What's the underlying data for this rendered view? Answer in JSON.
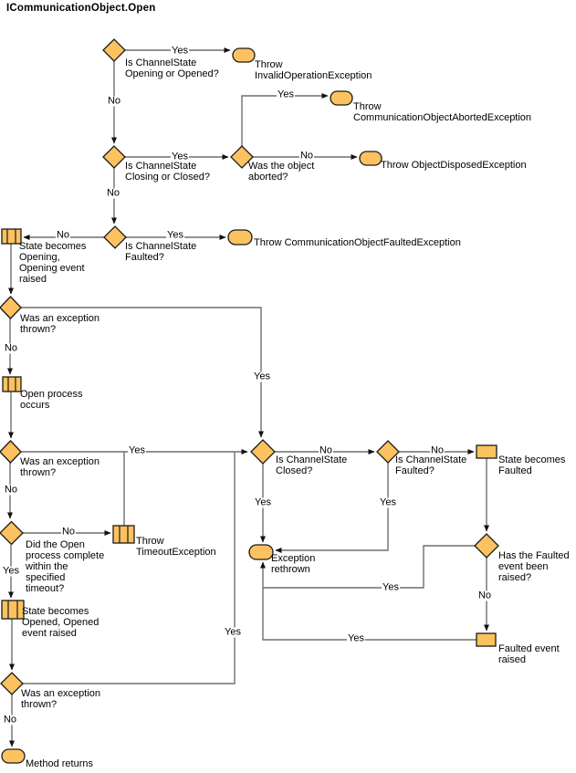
{
  "title": "ICommunicationObject.Open",
  "labels": {
    "yes": "Yes",
    "no": "No"
  },
  "colors": {
    "background": "#FFFFFF",
    "shape_fill": "#FCC25F",
    "shape_border": "#1A1A1A",
    "line": "#6E6E6E",
    "arrowhead": "#111111",
    "text": "#000000"
  },
  "nodes": {
    "d_opening_or_opened": {
      "type": "decision",
      "label": "Is ChannelState\nOpening or Opened?"
    },
    "t_invalid_operation": {
      "type": "terminator",
      "label": "Throw\nInvalidOperationException"
    },
    "d_closing_or_closed": {
      "type": "decision",
      "label": "Is ChannelState\nClosing or Closed?"
    },
    "d_object_aborted": {
      "type": "decision",
      "label": "Was the object\naborted?"
    },
    "t_aborted_exception": {
      "type": "terminator",
      "label": "Throw\nCommunicationObjectAbortedException"
    },
    "t_disposed_exception": {
      "type": "terminator",
      "label": "Throw ObjectDisposedException"
    },
    "d_faulted_top": {
      "type": "decision",
      "label": "Is ChannelState\nFaulted?"
    },
    "t_faulted_exception": {
      "type": "terminator",
      "label": "Throw CommunicationObjectFaultedException"
    },
    "p_state_opening": {
      "type": "process",
      "label": "State becomes\nOpening,\nOpening event\nraised"
    },
    "d_exception_1": {
      "type": "decision",
      "label": "Was an exception\nthrown?"
    },
    "p_open_process": {
      "type": "process",
      "label": "Open process\noccurs"
    },
    "d_exception_2": {
      "type": "decision",
      "label": "Was an exception\nthrown?"
    },
    "d_timeout": {
      "type": "decision",
      "label": "Did the Open\nprocess complete\nwithin the\nspecified\ntimeout?"
    },
    "p_throw_timeout": {
      "type": "process",
      "label": "Throw\nTimeoutException"
    },
    "p_state_opened": {
      "type": "process",
      "label": "State becomes\nOpened, Opened\nevent raised"
    },
    "d_exception_3": {
      "type": "decision",
      "label": "Was an exception\nthrown?"
    },
    "t_method_returns": {
      "type": "terminator",
      "label": "Method returns"
    },
    "d_state_closed": {
      "type": "decision",
      "label": "Is ChannelState\nClosed?"
    },
    "d_state_faulted": {
      "type": "decision",
      "label": "Is ChannelState\nFaulted?"
    },
    "p_state_faulted": {
      "type": "process",
      "label": "State becomes\nFaulted"
    },
    "t_exception_rethrown": {
      "type": "terminator",
      "label": "Exception\nrethrown"
    },
    "d_faulted_event": {
      "type": "decision",
      "label": "Has the Faulted\nevent been\nraised?"
    },
    "p_faulted_event": {
      "type": "process",
      "label": "Faulted event\nraised"
    }
  },
  "edges": [
    {
      "from": "d_opening_or_opened",
      "to": "t_invalid_operation",
      "label": "Yes"
    },
    {
      "from": "d_opening_or_opened",
      "to": "d_closing_or_closed",
      "label": "No"
    },
    {
      "from": "d_closing_or_closed",
      "to": "d_object_aborted",
      "label": "Yes"
    },
    {
      "from": "d_closing_or_closed",
      "to": "d_faulted_top",
      "label": "No"
    },
    {
      "from": "d_object_aborted",
      "to": "t_aborted_exception",
      "label": "Yes"
    },
    {
      "from": "d_object_aborted",
      "to": "t_disposed_exception",
      "label": "No"
    },
    {
      "from": "d_faulted_top",
      "to": "t_faulted_exception",
      "label": "Yes"
    },
    {
      "from": "d_faulted_top",
      "to": "p_state_opening",
      "label": "No"
    },
    {
      "from": "p_state_opening",
      "to": "d_exception_1",
      "label": ""
    },
    {
      "from": "d_exception_1",
      "to": "d_state_closed",
      "label": "Yes"
    },
    {
      "from": "d_exception_1",
      "to": "p_open_process",
      "label": "No"
    },
    {
      "from": "p_open_process",
      "to": "d_exception_2",
      "label": ""
    },
    {
      "from": "d_exception_2",
      "to": "d_state_closed",
      "label": "Yes"
    },
    {
      "from": "d_exception_2",
      "to": "d_timeout",
      "label": "No"
    },
    {
      "from": "d_timeout",
      "to": "p_throw_timeout",
      "label": "No"
    },
    {
      "from": "p_throw_timeout",
      "to": "d_state_closed",
      "label": ""
    },
    {
      "from": "d_timeout",
      "to": "p_state_opened",
      "label": "Yes"
    },
    {
      "from": "p_state_opened",
      "to": "d_exception_3",
      "label": ""
    },
    {
      "from": "d_exception_3",
      "to": "d_state_closed",
      "label": "Yes"
    },
    {
      "from": "d_exception_3",
      "to": "t_method_returns",
      "label": "No"
    },
    {
      "from": "d_state_closed",
      "to": "t_exception_rethrown",
      "label": "Yes"
    },
    {
      "from": "d_state_closed",
      "to": "d_state_faulted",
      "label": "No"
    },
    {
      "from": "d_state_faulted",
      "to": "t_exception_rethrown",
      "label": "Yes"
    },
    {
      "from": "d_state_faulted",
      "to": "p_state_faulted",
      "label": "No"
    },
    {
      "from": "p_state_faulted",
      "to": "d_faulted_event",
      "label": ""
    },
    {
      "from": "d_faulted_event",
      "to": "t_exception_rethrown",
      "label": "Yes"
    },
    {
      "from": "d_faulted_event",
      "to": "p_faulted_event",
      "label": "No"
    },
    {
      "from": "p_faulted_event",
      "to": "t_exception_rethrown",
      "label": "Yes"
    }
  ]
}
